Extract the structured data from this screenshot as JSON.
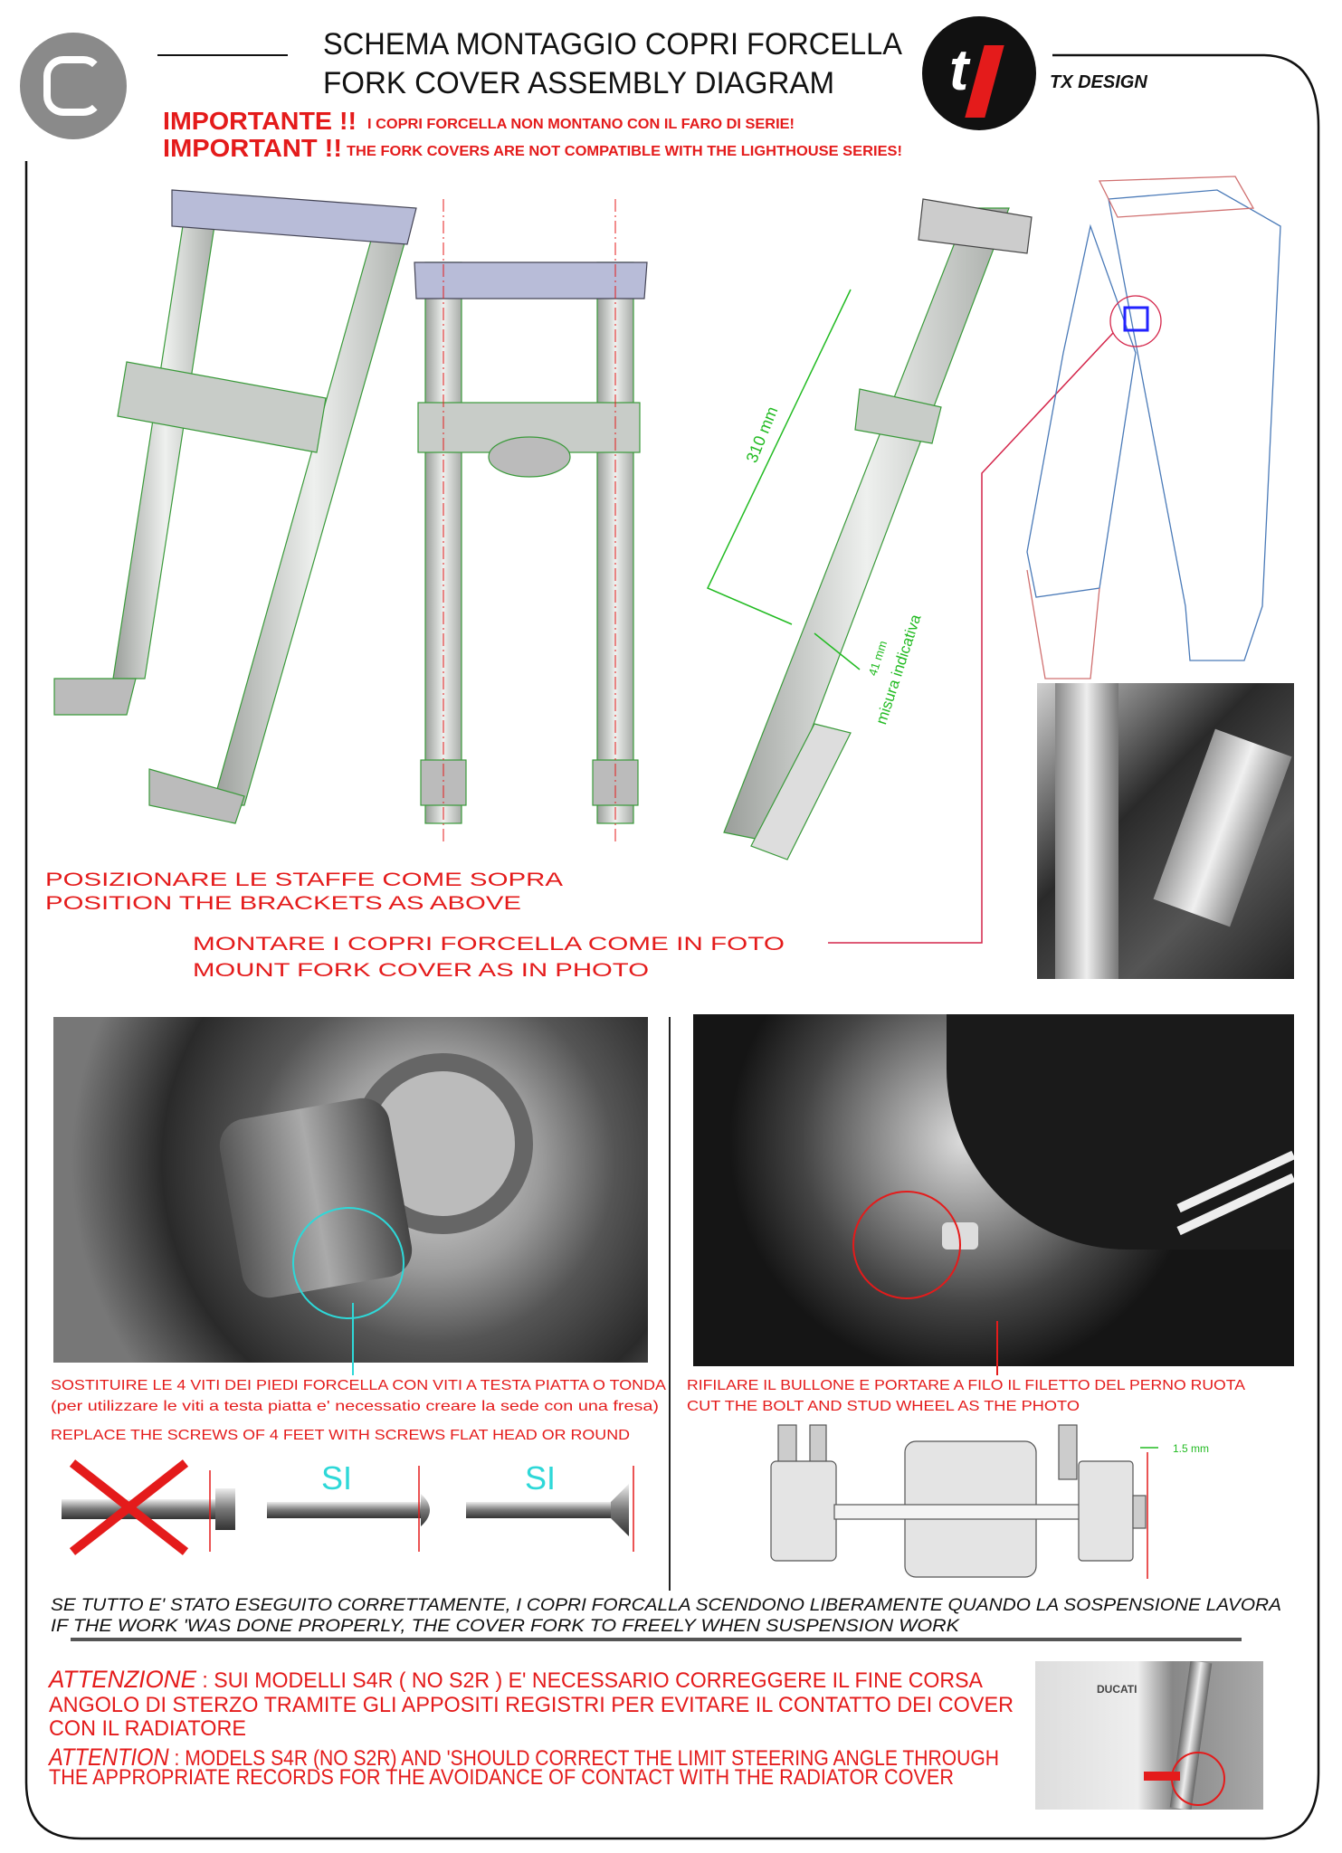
{
  "header": {
    "title_it": "SCHEMA MONTAGGIO COPRI FORCELLA",
    "title_en": "FORK COVER ASSEMBLY DIAGRAM",
    "brand_logo_text": "tR",
    "brand_design_text": "TX DESIGN",
    "important_it_label": "IMPORTANTE !!",
    "important_it_text": "I COPRI FORCELLA NON MONTANO CON IL FARO DI SERIE!",
    "important_en_label": "IMPORTANT !!",
    "important_en_text": "THE FORK COVERS ARE NOT COMPATIBLE WITH THE LIGHTHOUSE SERIES!"
  },
  "diagram": {
    "measure_main": "310 mm",
    "measure_small": "41 mm",
    "measure_note": "misura indicativa",
    "position_it": "POSIZIONARE LE STAFFE COME SOPRA",
    "position_en": "POSITION THE BRACKETS AS ABOVE",
    "mount_it": "MONTARE I COPRI FORCELLA  COME IN FOTO",
    "mount_en": "MOUNT FORK COVER AS IN PHOTO"
  },
  "screws": {
    "line1": "SOSTITUIRE LE 4 VITI DEI PIEDI FORCELLA CON VITI A TESTA PIATTA O TONDA",
    "line2": "(per utilizzare le viti a testa piatta e' necessatio creare la sede con una fresa)",
    "line3": "REPLACE THE SCREWS OF 4 FEET WITH SCREWS FLAT HEAD OR ROUND",
    "si_1": "SI",
    "si_2": "SI"
  },
  "bolt": {
    "line1": "RIFILARE IL BULLONE E PORTARE A FILO IL FILETTO DEL PERNO RUOTA",
    "line2": "CUT THE BOLT AND STUD WHEEL AS THE PHOTO",
    "measure": "1.5 mm"
  },
  "result": {
    "line_it": "SE TUTTO E' STATO ESEGUITO CORRETTAMENTE, I COPRI FORCALLA SCENDONO LIBERAMENTE QUANDO LA SOSPENSIONE LAVORA",
    "line_en": "IF THE WORK 'WAS DONE PROPERLY,  THE COVER FORK  TO FREELY  WHEN SUSPENSION WORK"
  },
  "attention": {
    "it_label": "ATTENZIONE",
    "it_line1": " : SUI MODELLI S4R ( NO S2R ) E' NECESSARIO CORREGGERE IL FINE CORSA",
    "it_line2": "ANGOLO DI STERZO TRAMITE GLI APPOSITI REGISTRI PER EVITARE IL CONTATTO DEI COVER",
    "it_line3": "CON IL RADIATORE",
    "en_label": "ATTENTION",
    "en_line1": " : MODELS S4R (NO S2R) AND 'SHOULD CORRECT THE LIMIT STEERING ANGLE THROUGH",
    "en_line2": "THE APPROPRIATE RECORDS FOR THE AVOIDANCE OF CONTACT WITH THE RADIATOR COVER",
    "photo_label": "DUCATI"
  },
  "colors": {
    "red": "#e41b1b",
    "cyan": "#2ed8d8",
    "green": "#22bb22"
  }
}
